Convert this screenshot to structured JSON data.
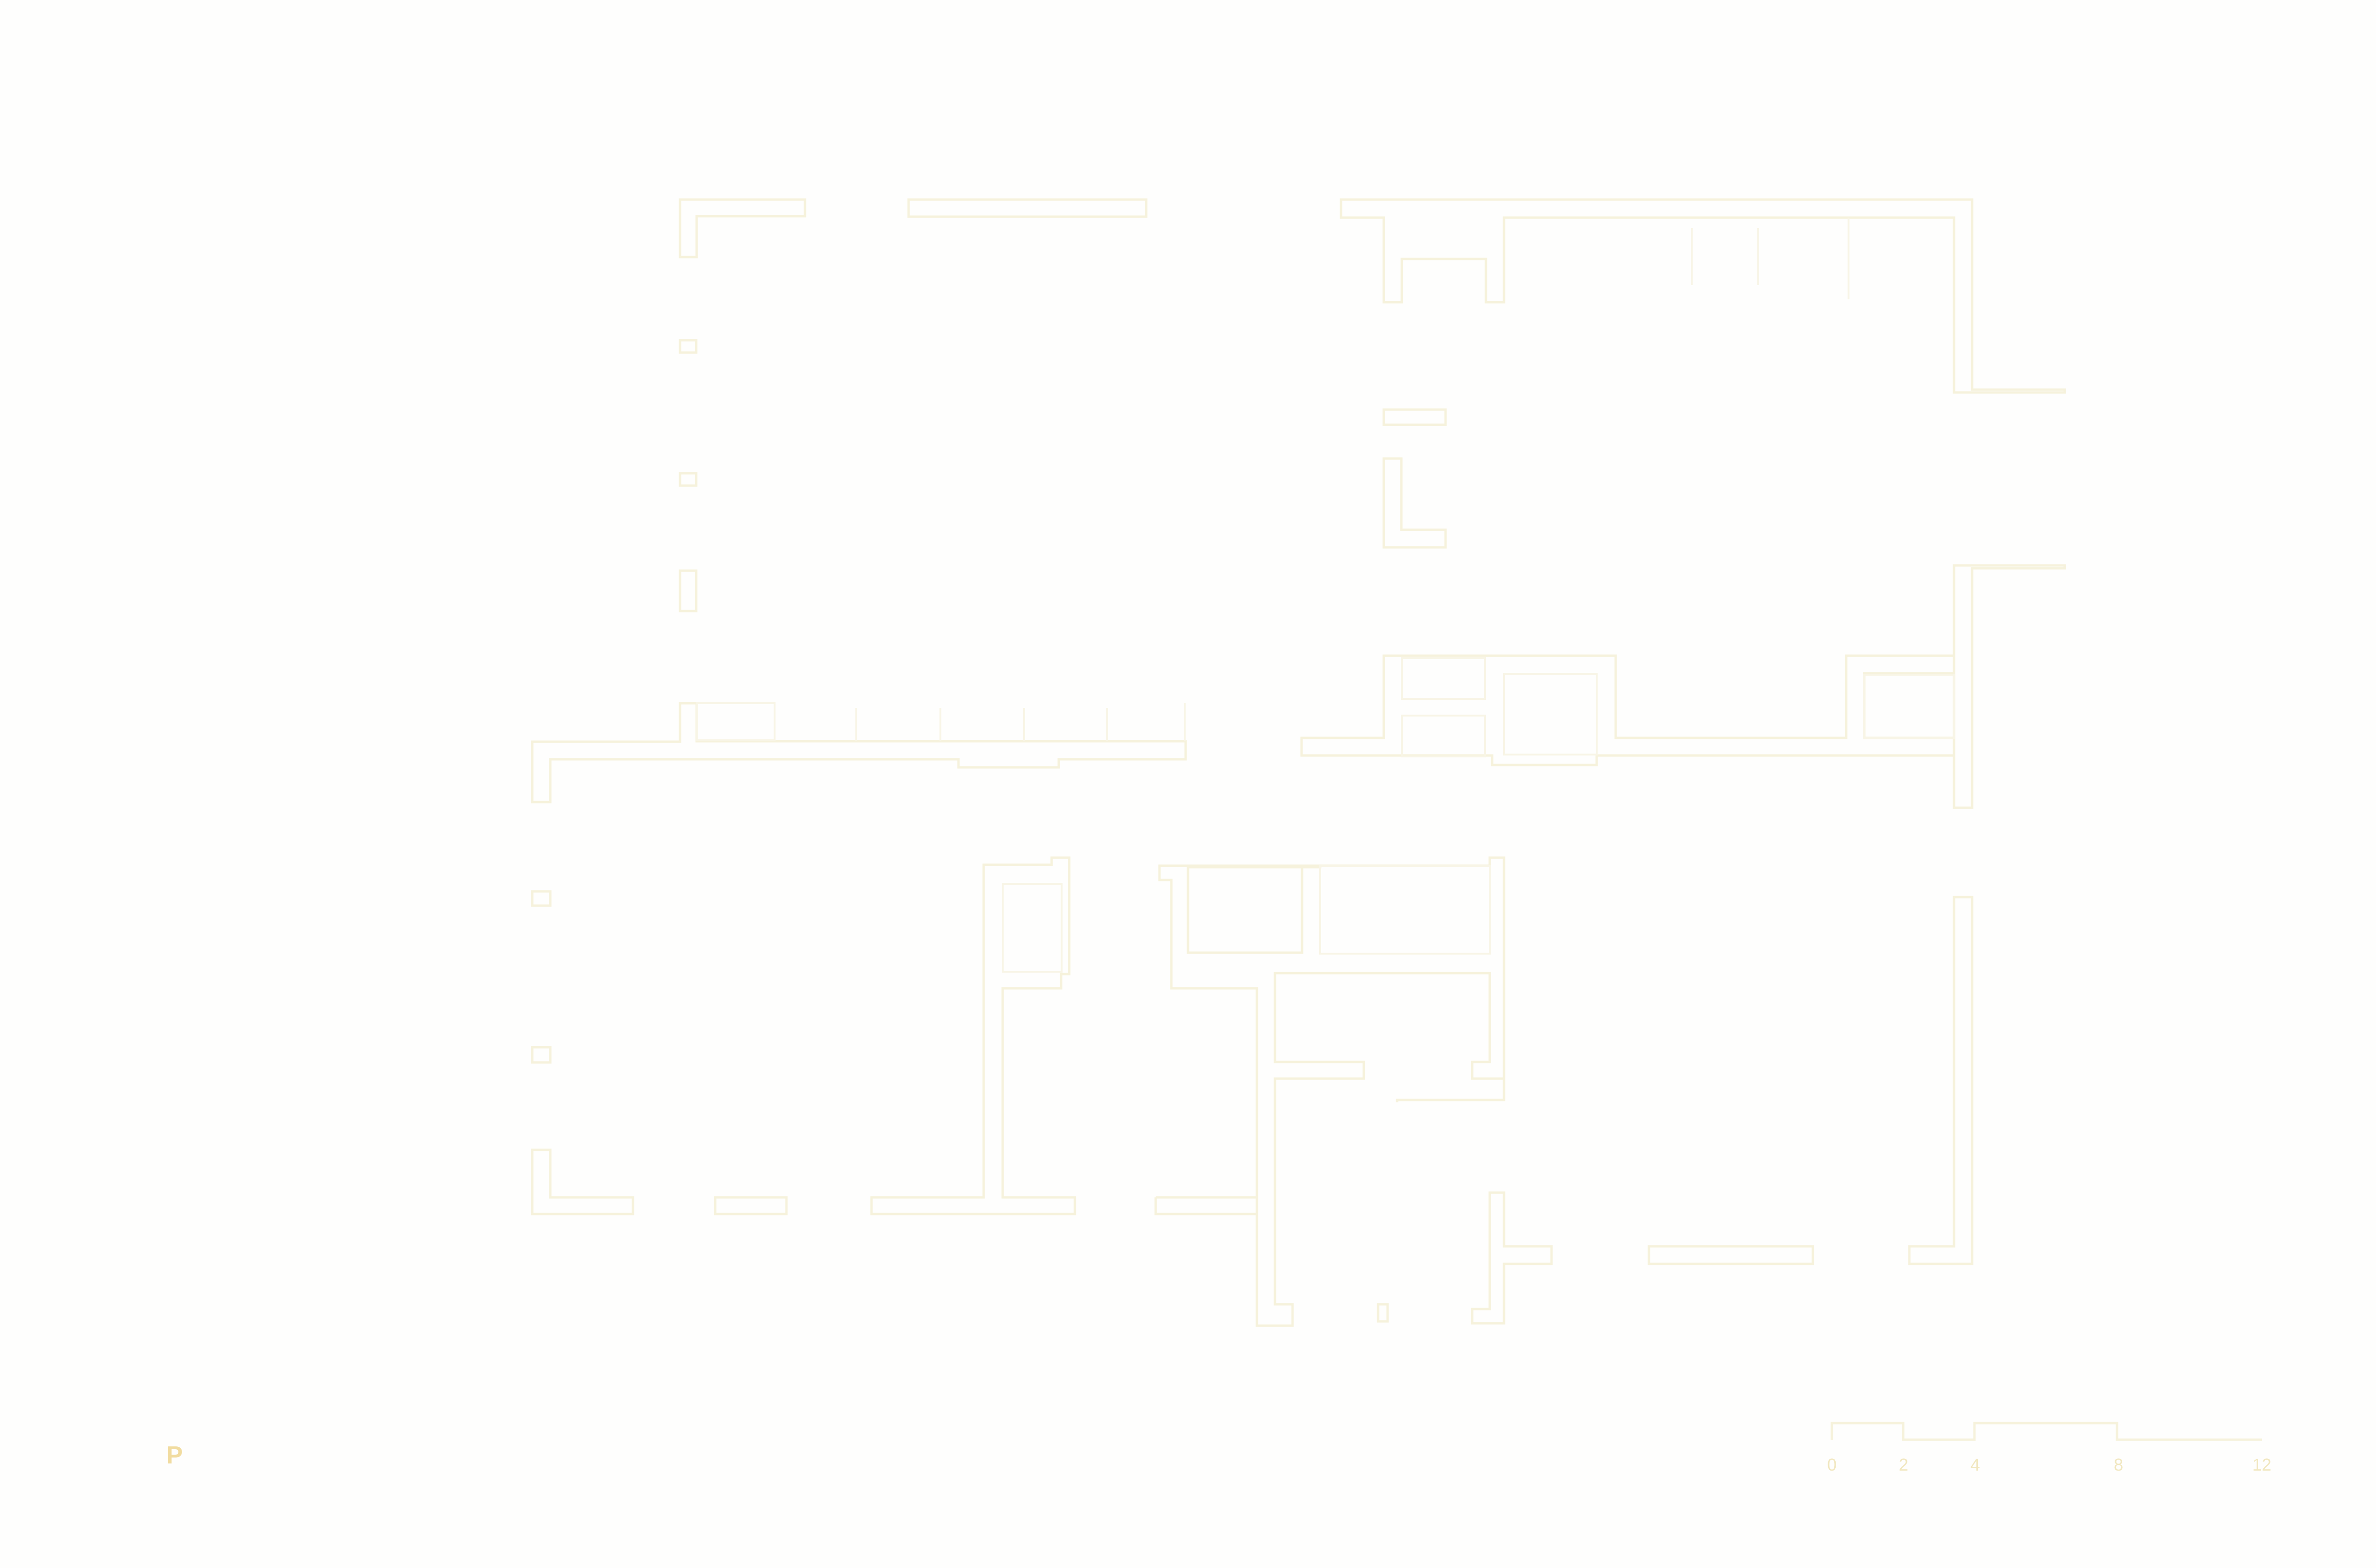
{
  "colors": {
    "background": "#fefefd",
    "wall": "#f6f2dc",
    "label": "#f1e7bf",
    "north": "#f1dca0"
  },
  "north_marker": {
    "label": "P"
  },
  "scale_bar": {
    "ticks": [
      "0",
      "2",
      "4",
      "8",
      "12"
    ],
    "tick_values": [
      0,
      2,
      4,
      8,
      12
    ]
  }
}
